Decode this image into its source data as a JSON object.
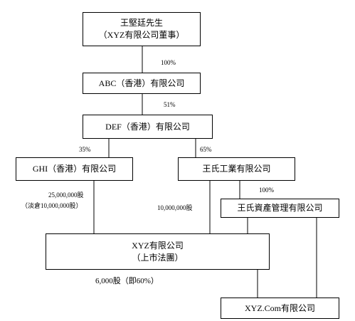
{
  "nodes": {
    "wang": {
      "line1": "王堅廷先生",
      "line2": "（XYZ有限公司董事）"
    },
    "abc": {
      "label": "ABC（香港）有限公司"
    },
    "def": {
      "label": "DEF（香港）有限公司"
    },
    "ghi": {
      "label": "GHI（香港）有限公司"
    },
    "wang_industrial": {
      "label": "王氏工業有限公司"
    },
    "wang_asset": {
      "label": "王氏資產管理有限公司"
    },
    "xyz": {
      "line1": "XYZ有限公司",
      "line2": "（上市法團）"
    },
    "xyzcom": {
      "label": "XYZ.Com有限公司"
    }
  },
  "edges": {
    "wang_abc": "100%",
    "abc_def": "51%",
    "def_ghi": "35%",
    "def_wang_industrial": "65%",
    "wang_industrial_asset": "100%",
    "ghi_xyz_shares": "25,000,000股",
    "ghi_xyz_note": "（淡倉10,000,000股）",
    "wang_industrial_xyz_shares": "10,000,000股",
    "xyz_xyzcom": "6,000股（即60%）"
  }
}
